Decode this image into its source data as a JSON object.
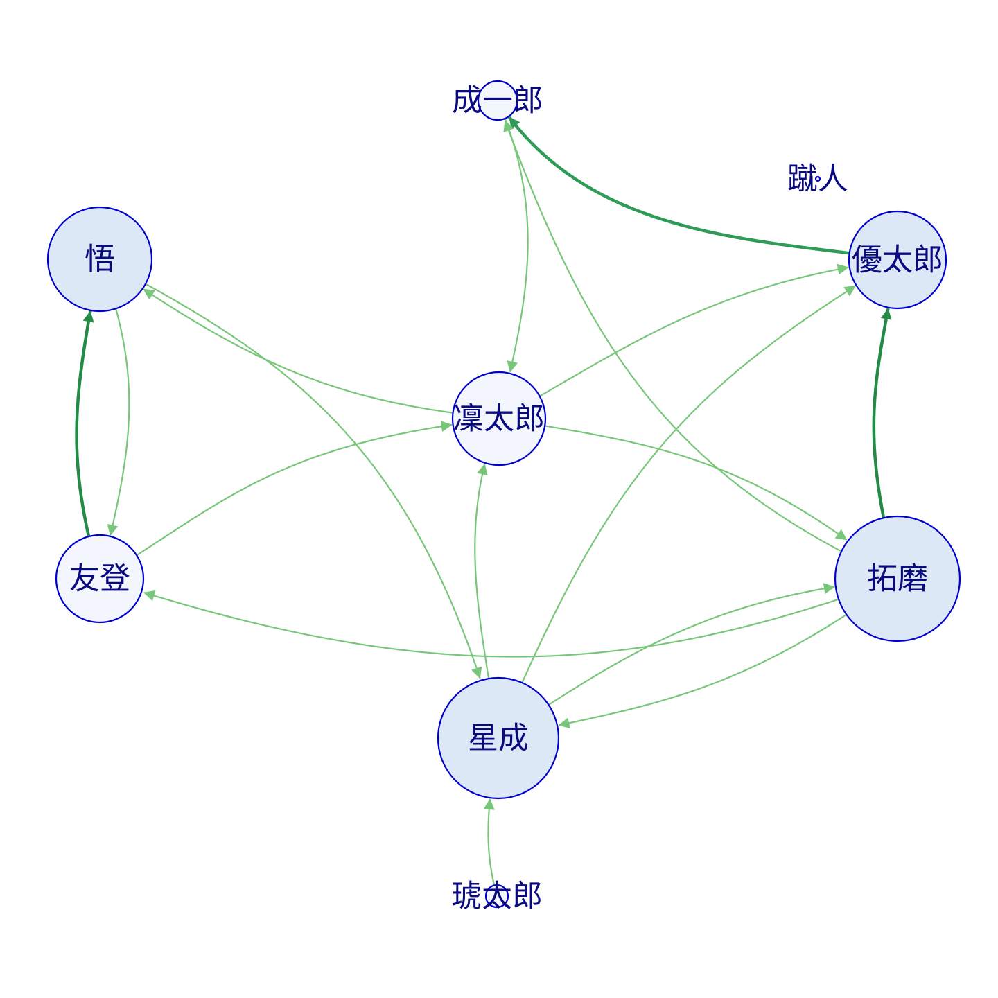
{
  "graph": {
    "nodes": [
      {
        "id": "seiichiro",
        "label": "成一郎",
        "fill": "#f3f7fd",
        "size": "small"
      },
      {
        "id": "shuto",
        "label": "蹴人",
        "fill": "#f3f7fd",
        "size": "tiny"
      },
      {
        "id": "satoru",
        "label": "悟",
        "fill": "#dce8f6",
        "size": "large"
      },
      {
        "id": "yutaro",
        "label": "優太郎",
        "fill": "#dce8f6",
        "size": "large"
      },
      {
        "id": "rintaro",
        "label": "凜太郎",
        "fill": "#f3f7fd",
        "size": "large"
      },
      {
        "id": "yuto",
        "label": "友登",
        "fill": "#f3f7fd",
        "size": "medium"
      },
      {
        "id": "takuma",
        "label": "拓磨",
        "fill": "#dce8f6",
        "size": "xlarge"
      },
      {
        "id": "seisei",
        "label": "星成",
        "fill": "#dce8f6",
        "size": "xlarge"
      },
      {
        "id": "kotaro",
        "label": "琥太郎",
        "fill": "#f3f7fd",
        "size": "small"
      }
    ],
    "edges": [
      {
        "from": "yutaro",
        "to": "seiichiro",
        "weight": "strong",
        "color": "#2e9b57"
      },
      {
        "from": "seiichiro",
        "to": "rintaro",
        "weight": "light",
        "color": "#78c679"
      },
      {
        "from": "takuma",
        "to": "seiichiro",
        "weight": "light",
        "color": "#78c679"
      },
      {
        "from": "rintaro",
        "to": "satoru",
        "weight": "light",
        "color": "#78c679"
      },
      {
        "from": "satoru",
        "to": "seisei",
        "weight": "light",
        "color": "#78c679"
      },
      {
        "from": "yuto",
        "to": "satoru",
        "weight": "strong",
        "color": "#238b45"
      },
      {
        "from": "satoru",
        "to": "yuto",
        "weight": "light",
        "color": "#78c679"
      },
      {
        "from": "rintaro",
        "to": "yutaro",
        "weight": "light",
        "color": "#78c679"
      },
      {
        "from": "seisei",
        "to": "yutaro",
        "weight": "light",
        "color": "#78c679"
      },
      {
        "from": "takuma",
        "to": "yutaro",
        "weight": "strong",
        "color": "#238b45"
      },
      {
        "from": "yuto",
        "to": "rintaro",
        "weight": "light",
        "color": "#78c679"
      },
      {
        "from": "rintaro",
        "to": "takuma",
        "weight": "light",
        "color": "#78c679"
      },
      {
        "from": "takuma",
        "to": "yuto",
        "weight": "light",
        "color": "#78c679"
      },
      {
        "from": "seisei",
        "to": "rintaro",
        "weight": "light",
        "color": "#78c679"
      },
      {
        "from": "seisei",
        "to": "takuma",
        "weight": "light",
        "color": "#78c679"
      },
      {
        "from": "takuma",
        "to": "seisei",
        "weight": "light",
        "color": "#78c679"
      },
      {
        "from": "kotaro",
        "to": "seisei",
        "weight": "light",
        "color": "#78c679"
      }
    ]
  }
}
